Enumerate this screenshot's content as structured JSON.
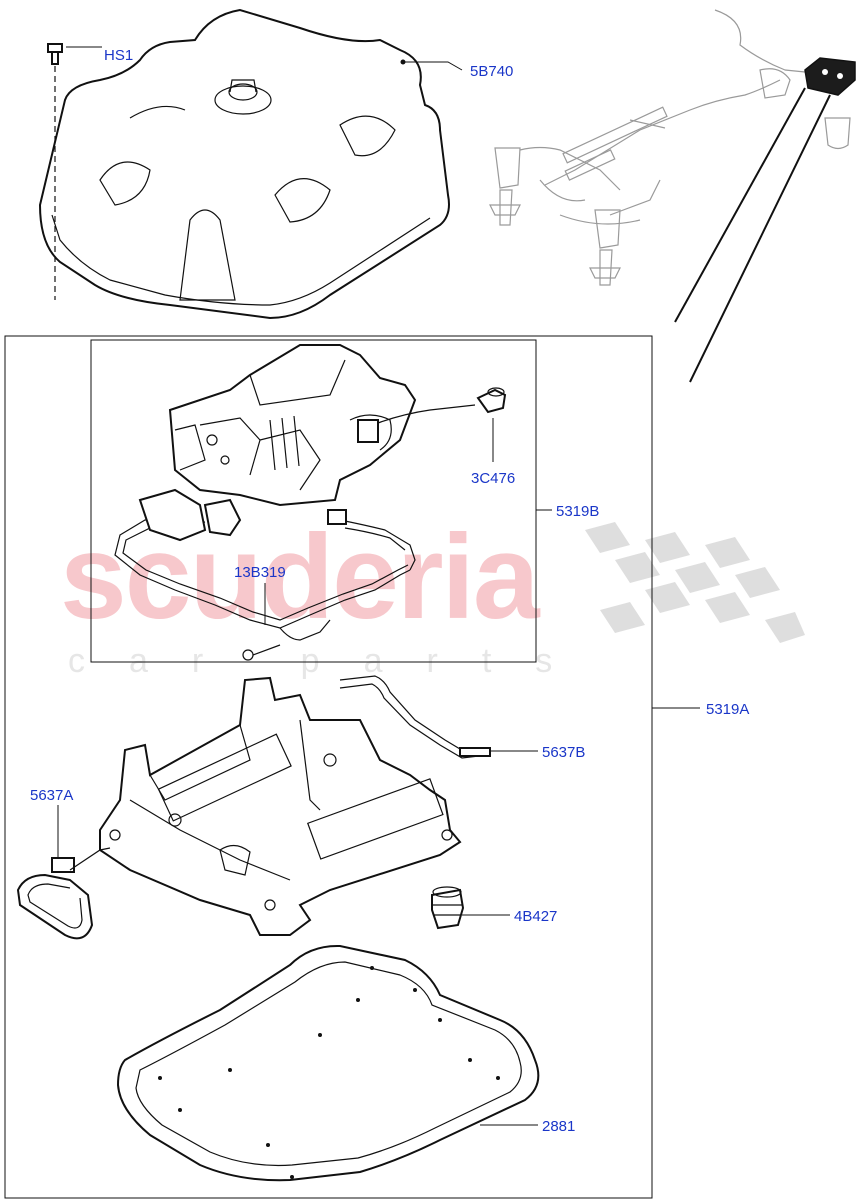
{
  "watermark": {
    "brand": "scuderia",
    "sub": "car parts"
  },
  "callouts": {
    "hs1": "HS1",
    "p5b740": "5B740",
    "p3c476": "3C476",
    "p5319b": "5319B",
    "p13b319": "13B319",
    "p5319a": "5319A",
    "p5637b": "5637B",
    "p5637a": "5637A",
    "p4b427": "4B427",
    "p2881": "2881"
  },
  "colors": {
    "label": "#1a36c8",
    "line": "#111111",
    "watermark": "#f7c8cc"
  }
}
